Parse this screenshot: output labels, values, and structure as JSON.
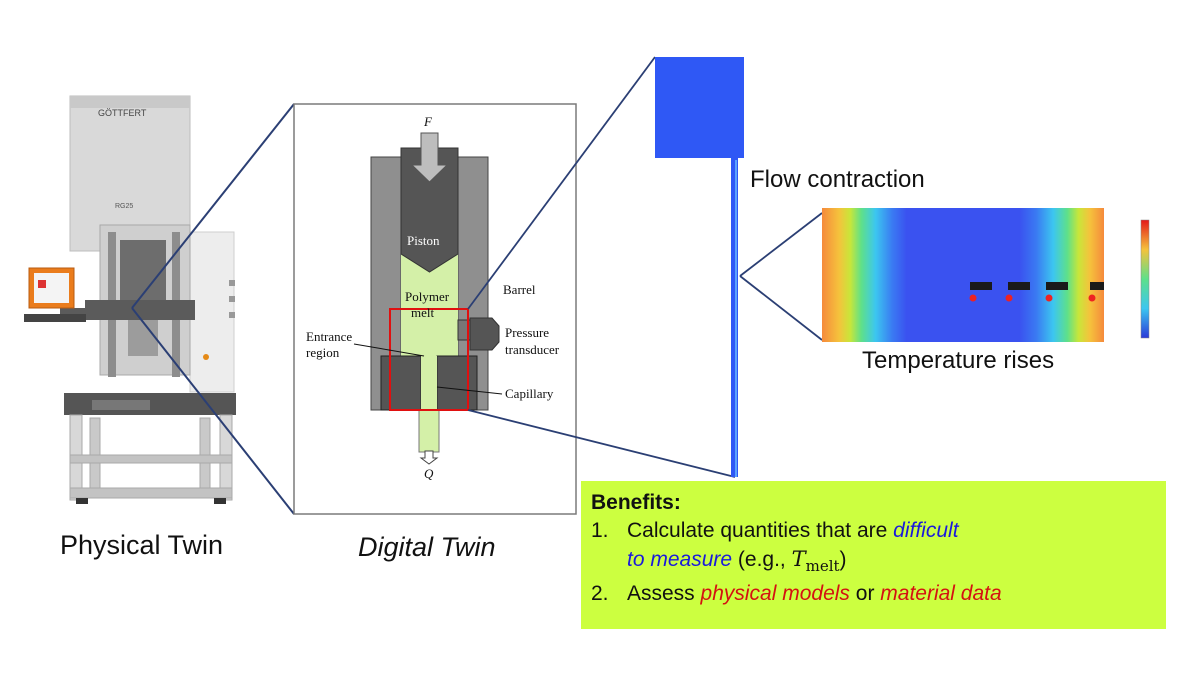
{
  "captions": {
    "physical_twin": "Physical Twin",
    "digital_twin": "Digital Twin"
  },
  "machine": {
    "brand": "GÖTTFERT",
    "model": "RG25"
  },
  "schematic": {
    "force": "F",
    "flow": "Q",
    "piston": "Piston",
    "polymer": "Polymer",
    "melt": "melt",
    "barrel": "Barrel",
    "pressure": "Pressure",
    "transducer": "transducer",
    "entrance": "Entrance",
    "region": "region",
    "capillary": "Capillary"
  },
  "simulation": {
    "flow_contraction": "Flow contraction",
    "temperature_rises": "Temperature rises"
  },
  "benefits": {
    "title": "Benefits:",
    "item1_num": "1.",
    "item1_a": "Calculate quantities that are ",
    "item1_b": "difficult",
    "item1_c": "to measure",
    "item1_d": " (e.g., ",
    "item1_e": "T",
    "item1_f": "melt",
    "item1_g": ")",
    "item2_num": "2.",
    "item2_a": "Assess ",
    "item2_b": "physical models",
    "item2_c": " or ",
    "item2_d": "material data"
  },
  "colors": {
    "blue_sim": "#2f58f5",
    "benefit_bg": "#ccff40",
    "highlight_red": "#e01010",
    "melt_green": "#d4f0a8"
  }
}
